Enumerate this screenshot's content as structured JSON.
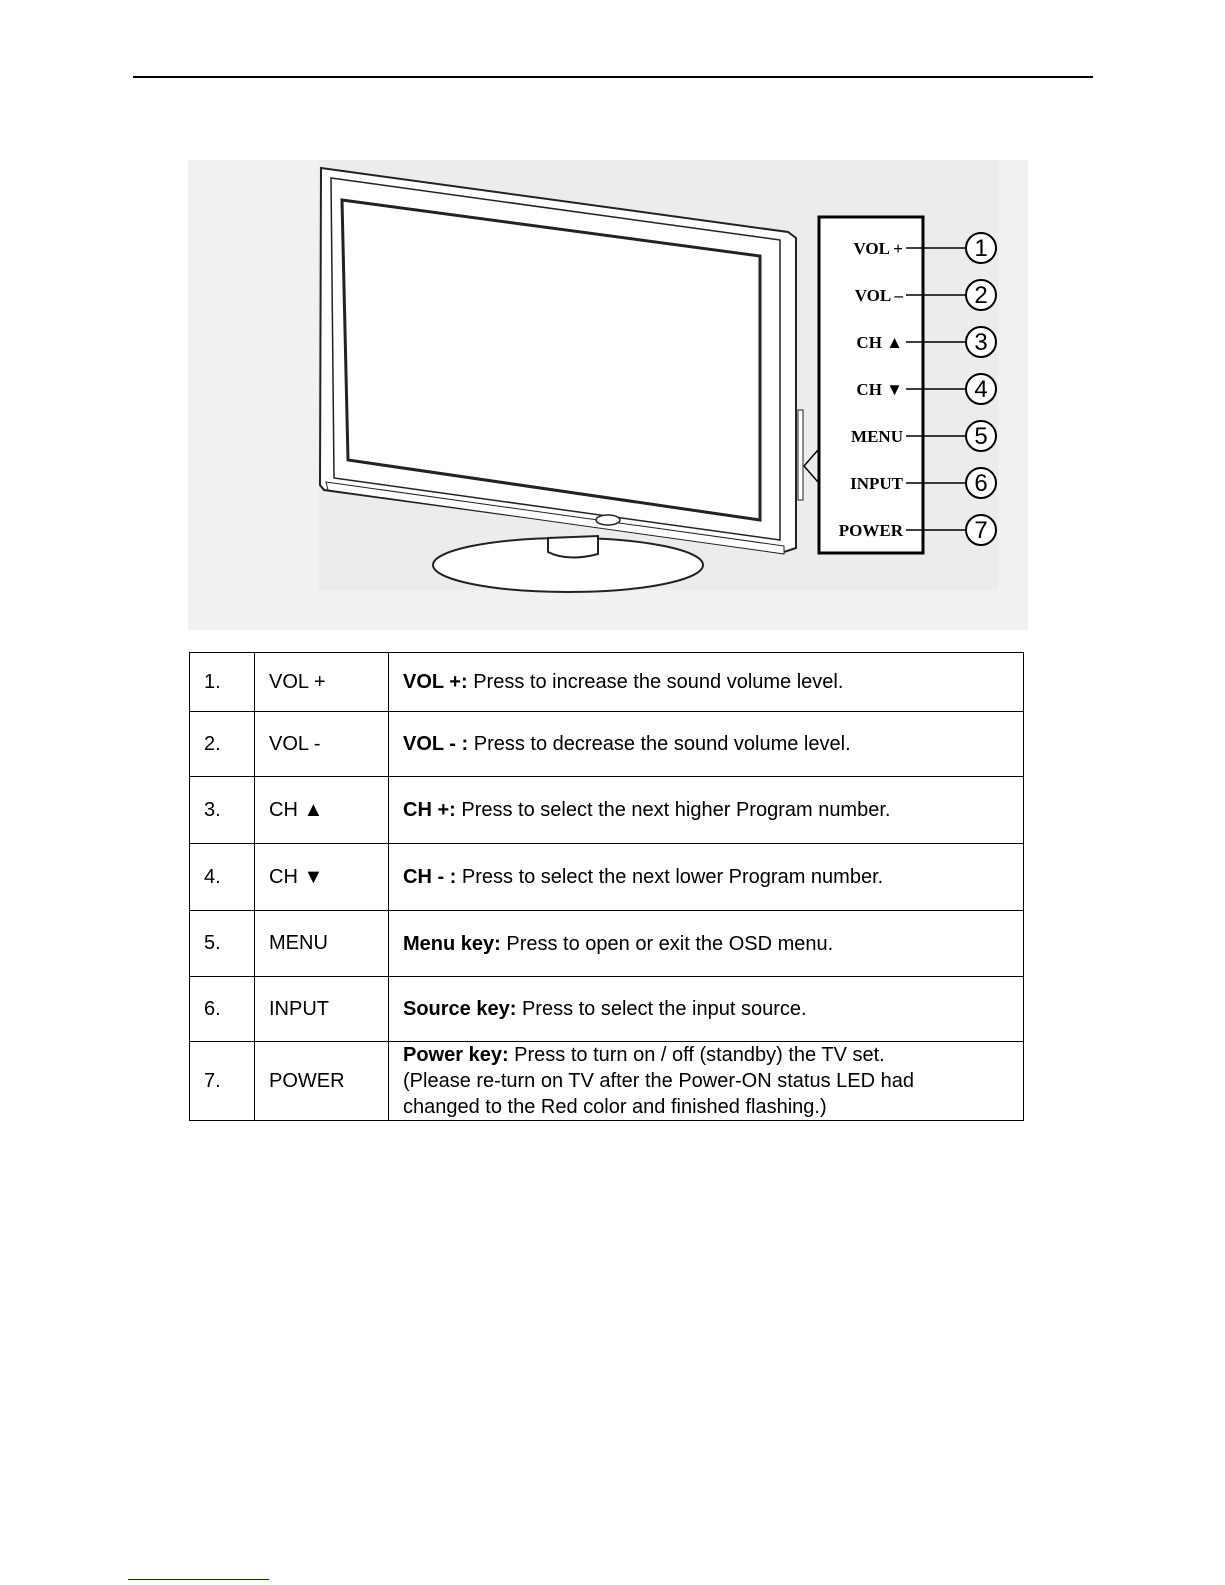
{
  "figure": {
    "panel_labels": [
      "VOL +",
      "VOL –",
      "CH ▲",
      "CH ▼",
      "MENU",
      "INPUT",
      "POWER"
    ],
    "callout_numbers": [
      "1",
      "2",
      "3",
      "4",
      "5",
      "6",
      "7"
    ]
  },
  "table": {
    "rows": [
      {
        "num": "1.",
        "key": "VOL +",
        "title": "VOL +:",
        "desc": [
          " Press to increase the sound volume level."
        ]
      },
      {
        "num": "2.",
        "key": "VOL -",
        "title": "VOL - :",
        "desc": [
          " Press to decrease the sound volume level."
        ]
      },
      {
        "num": "3.",
        "key": "CH ▲",
        "title": "CH +:",
        "desc": [
          " Press to select the next higher Program number."
        ]
      },
      {
        "num": "4.",
        "key": "CH ▼",
        "title": "CH - :",
        "desc": [
          " Press to select the next lower Program number."
        ]
      },
      {
        "num": "5.",
        "key": "MENU",
        "title": "Menu key:",
        "desc": [
          " Press to open or exit the OSD menu."
        ]
      },
      {
        "num": "6.",
        "key": "INPUT",
        "title": "Source key:",
        "desc": [
          " Press to select the input source."
        ]
      },
      {
        "num": "7.",
        "key": "POWER",
        "title": "Power key:",
        "desc": [
          " Press to turn on / off (standby) the TV set.",
          "(Please re-turn on TV after the Power-ON status LED had",
          "changed to the Red color and finished flashing.)"
        ]
      }
    ]
  }
}
